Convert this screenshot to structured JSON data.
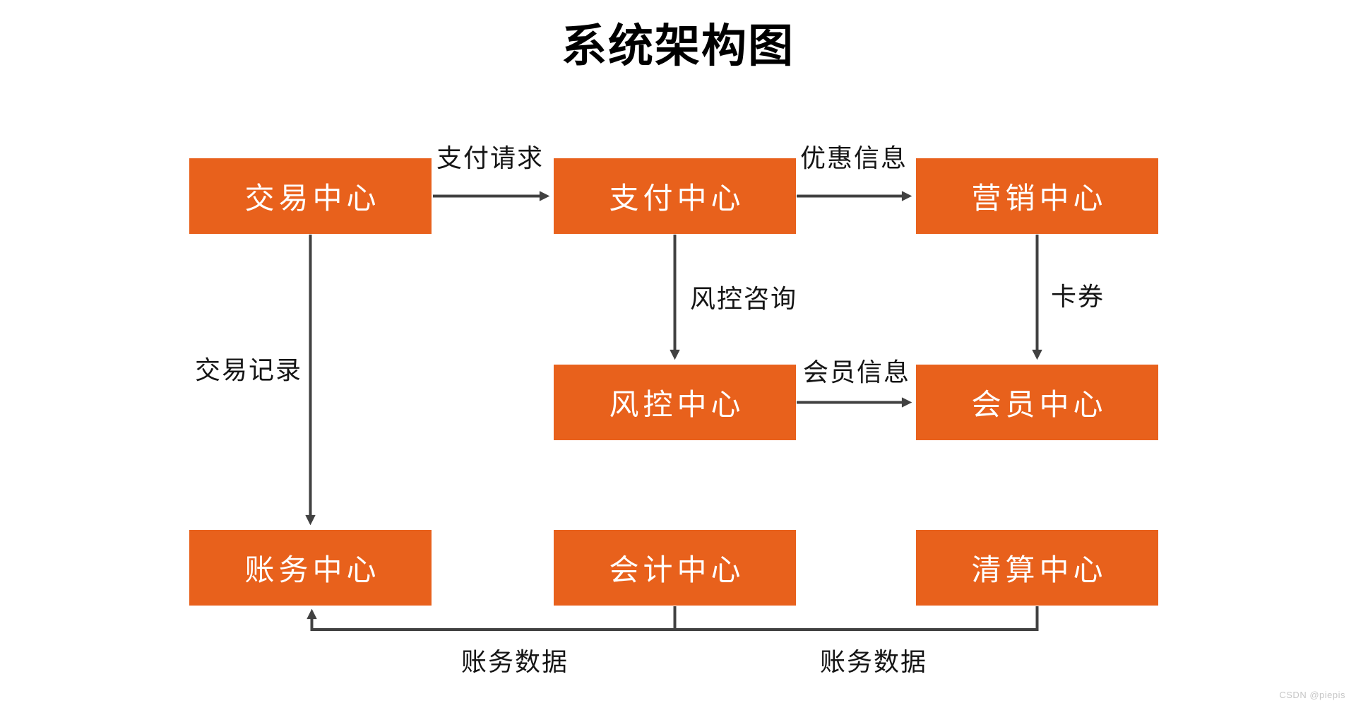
{
  "title": "系统架构图",
  "watermark": "CSDN @piepis",
  "colors": {
    "node_fill": "#E8611C",
    "node_text": "#FFFFFF",
    "line": "#414141",
    "label_text": "#151515",
    "watermark_text": "#C6C6C6",
    "background": "#FFFFFF"
  },
  "nodes": [
    {
      "id": "trade",
      "label": "交易中心"
    },
    {
      "id": "payment",
      "label": "支付中心"
    },
    {
      "id": "marketing",
      "label": "营销中心"
    },
    {
      "id": "risk",
      "label": "风控中心"
    },
    {
      "id": "member",
      "label": "会员中心"
    },
    {
      "id": "account",
      "label": "账务中心"
    },
    {
      "id": "accounting",
      "label": "会计中心"
    },
    {
      "id": "clearing",
      "label": "清算中心"
    }
  ],
  "edges": [
    {
      "from": "交易中心",
      "to": "支付中心",
      "label": "支付请求"
    },
    {
      "from": "支付中心",
      "to": "营销中心",
      "label": "优惠信息"
    },
    {
      "from": "支付中心",
      "to": "风控中心",
      "label": "风控咨询"
    },
    {
      "from": "营销中心",
      "to": "会员中心",
      "label": "卡券"
    },
    {
      "from": "风控中心",
      "to": "会员中心",
      "label": "会员信息"
    },
    {
      "from": "交易中心",
      "to": "账务中心",
      "label": "交易记录"
    },
    {
      "from": "会计中心",
      "to": "账务中心",
      "label": "账务数据"
    },
    {
      "from": "清算中心",
      "to": "账务中心",
      "label": "账务数据"
    }
  ]
}
